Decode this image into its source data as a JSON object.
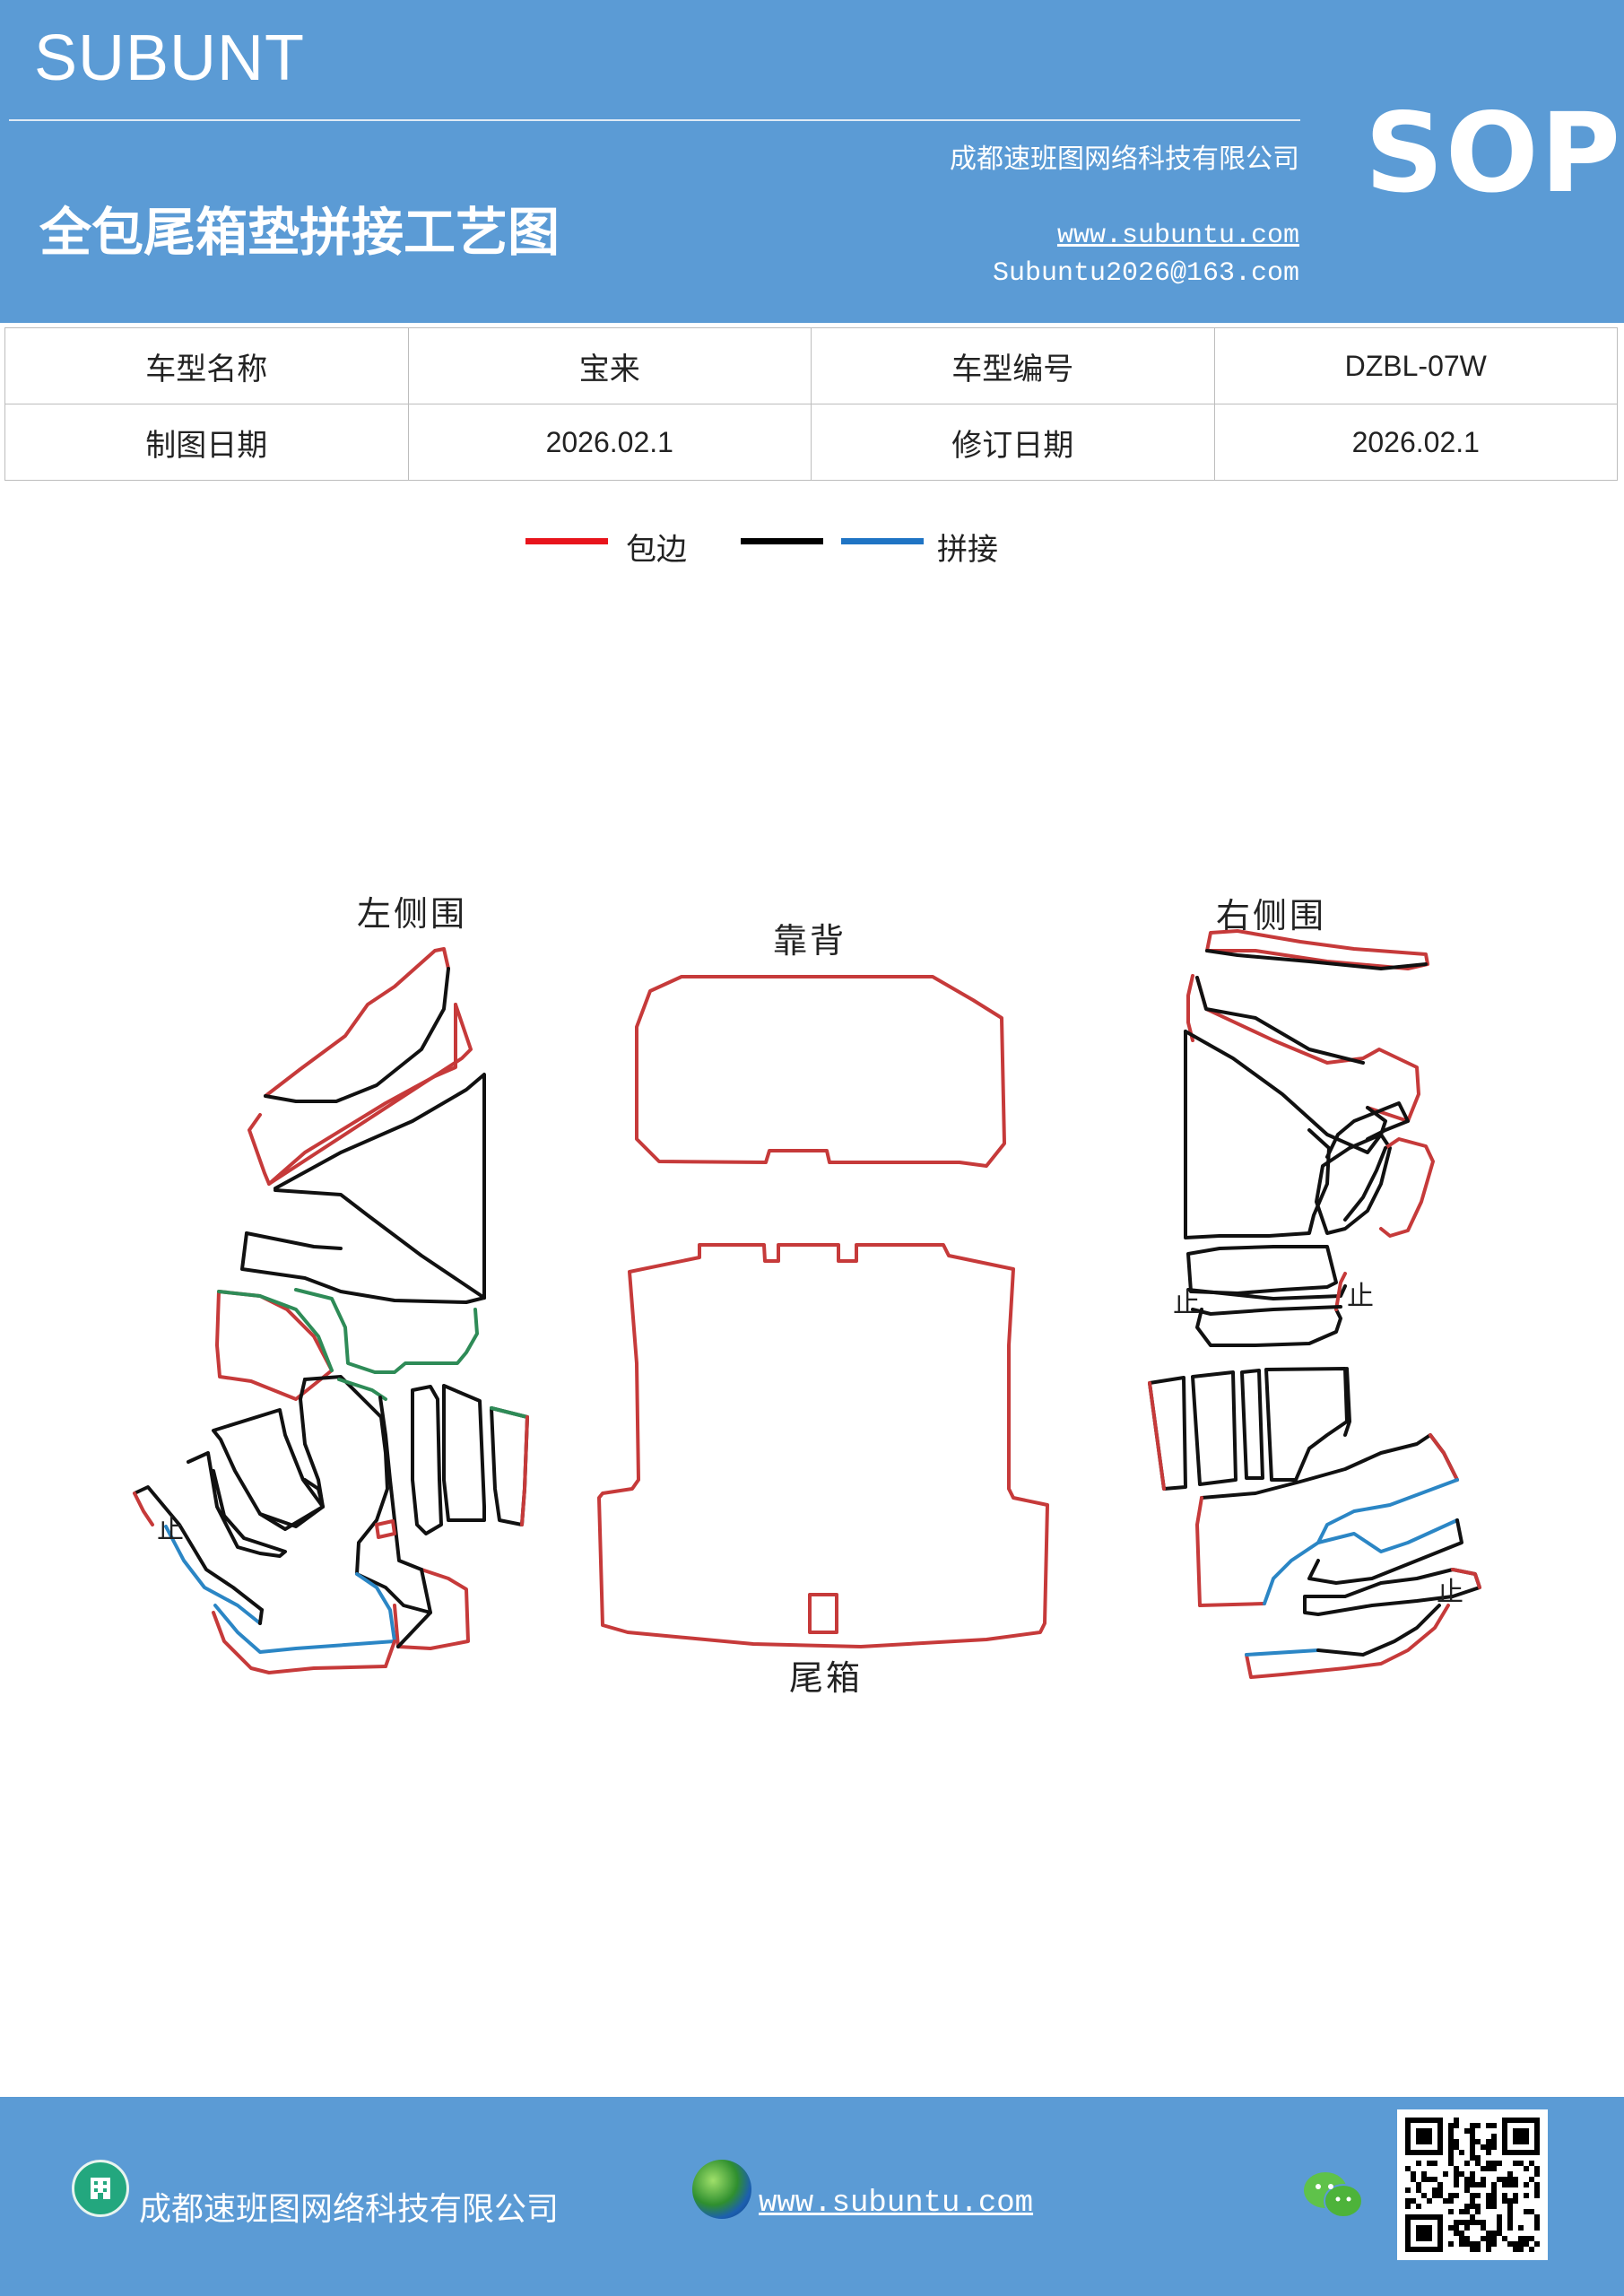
{
  "header": {
    "brand": "SUBUNT",
    "company": "成都速班图网络科技有限公司",
    "title": "全包尾箱垫拼接工艺图",
    "website": "www.subuntu.com",
    "email": "Subuntu2026@163.com",
    "badge": "SOP"
  },
  "info": {
    "model_name_label": "车型名称",
    "model_name": "宝来",
    "model_code_label": "车型编号",
    "model_code": "DZBL-07W",
    "draw_date_label": "制图日期",
    "draw_date": "2026.02.1",
    "revise_date_label": "修订日期",
    "revise_date": "2026.02.1"
  },
  "legend": {
    "items": [
      {
        "label": "包边",
        "color": "#e8141c"
      },
      {
        "label": "",
        "color": "#000000"
      },
      {
        "label": "拼接",
        "color": "#1f74c4"
      }
    ]
  },
  "diagram": {
    "left_panel": "左侧围",
    "backrest": "靠背",
    "right_panel": "右侧围",
    "trunk": "尾箱",
    "stop_marks": [
      "止",
      "止",
      "止",
      "止"
    ],
    "colors": {
      "edge": "#c63a3a",
      "seam": "#111111",
      "splice": "#2b86c5",
      "green": "#2e8b57"
    }
  },
  "footer": {
    "company": "成都速班图网络科技有限公司",
    "website": "www.subuntu.com",
    "icons": [
      "building-icon",
      "globe-icon",
      "wechat-icon",
      "qr-code"
    ]
  }
}
